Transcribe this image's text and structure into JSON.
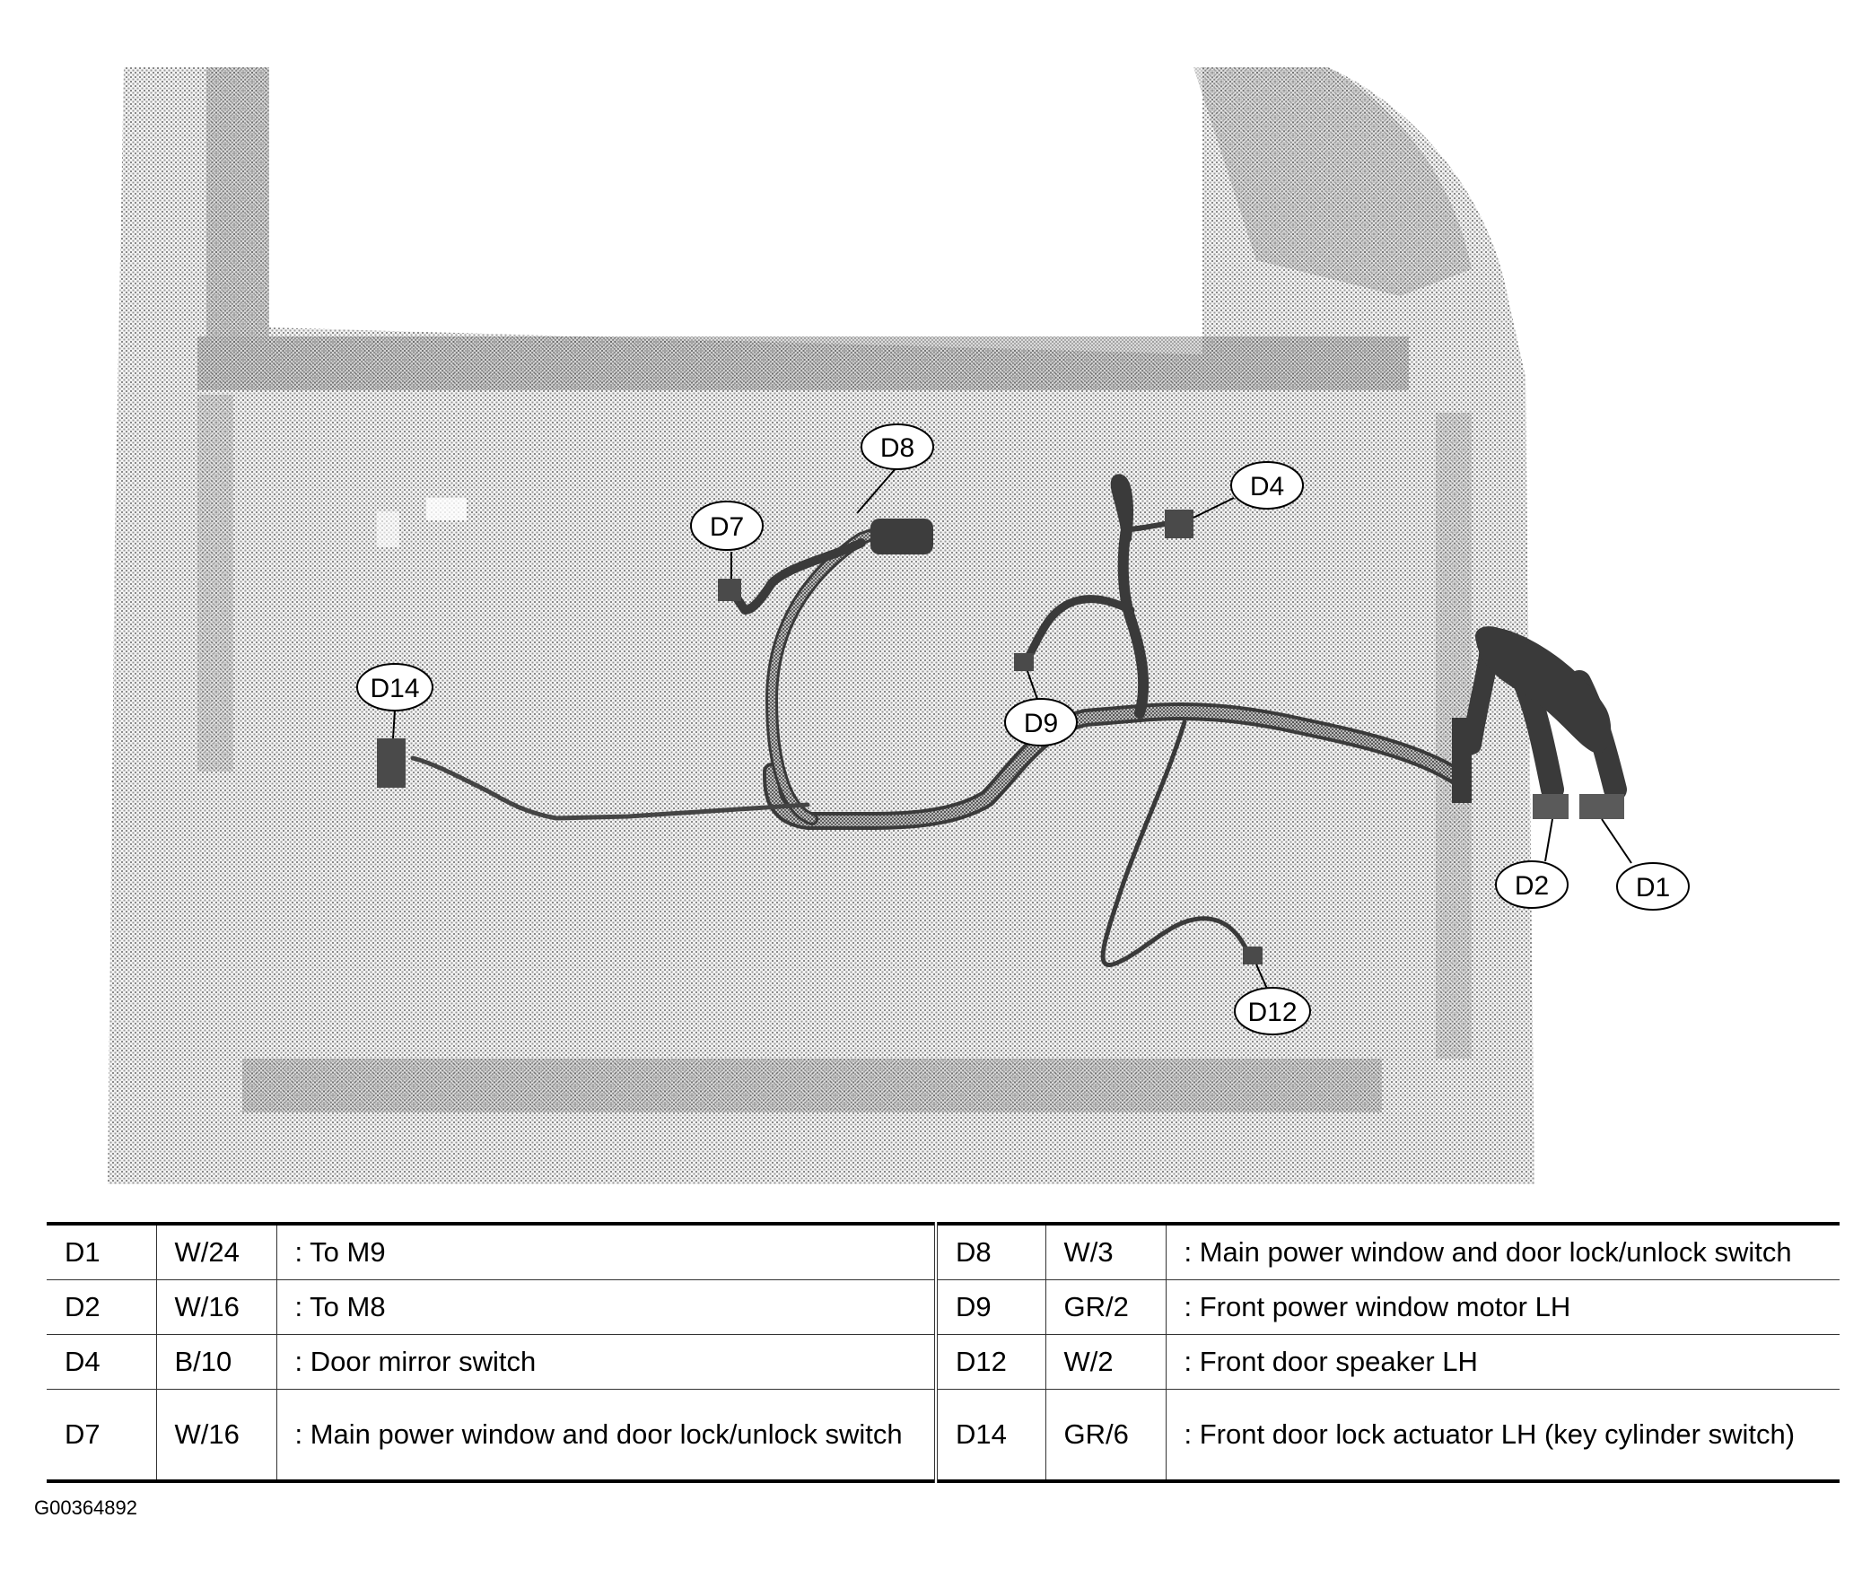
{
  "callouts": {
    "D1": "D1",
    "D2": "D2",
    "D4": "D4",
    "D7": "D7",
    "D8": "D8",
    "D9": "D9",
    "D12": "D12",
    "D14": "D14"
  },
  "legend": {
    "rows": [
      {
        "left": {
          "id": "D1",
          "code": "W/24",
          "desc": ": To M9"
        },
        "right": {
          "id": "D8",
          "code": "W/3",
          "desc": ": Main power window and door lock/unlock switch"
        }
      },
      {
        "left": {
          "id": "D2",
          "code": "W/16",
          "desc": ": To M8"
        },
        "right": {
          "id": "D9",
          "code": "GR/2",
          "desc": ": Front power window motor LH"
        }
      },
      {
        "left": {
          "id": "D4",
          "code": "B/10",
          "desc": ": Door mirror switch"
        },
        "right": {
          "id": "D12",
          "code": "W/2",
          "desc": ": Front door speaker LH"
        }
      },
      {
        "left": {
          "id": "D7",
          "code": "W/16",
          "desc": ": Main power window and door lock/unlock switch"
        },
        "right": {
          "id": "D14",
          "code": "GR/6",
          "desc": ": Front door lock actuator LH (key cylinder switch)"
        }
      }
    ]
  },
  "figure_id": "G00364892"
}
